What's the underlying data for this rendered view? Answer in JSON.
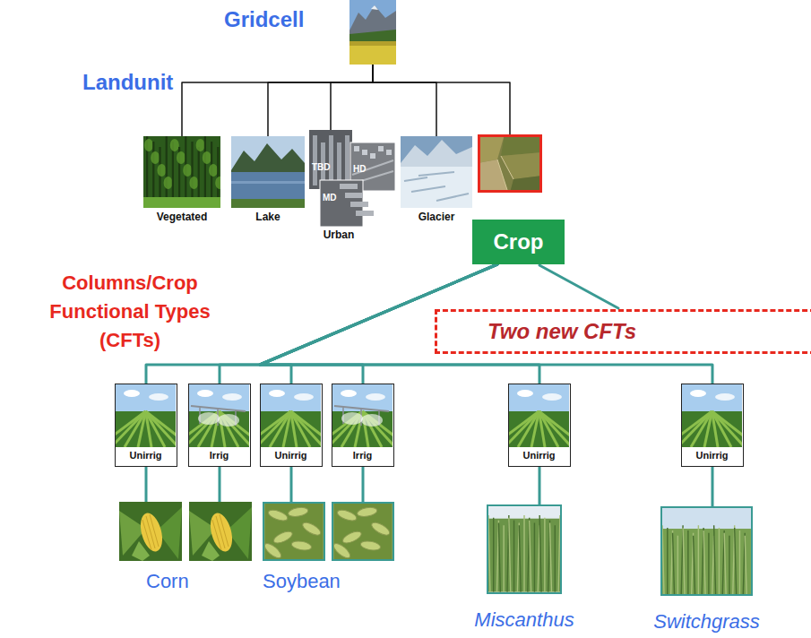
{
  "diagram": {
    "nodes": [
      {
        "text": [
          "Gridcell"
        ]
      },
      {
        "text": [
          "Vegetated"
        ]
      },
      {
        "text": [
          "Lake"
        ]
      },
      {
        "text": [
          "Urban"
        ]
      },
      {
        "text": [
          "Glacier"
        ]
      },
      {
        "text": [
          "Crop"
        ]
      },
      {
        "text": [
          "Two new CFTs"
        ]
      },
      {
        "text": [
          "Unirrig"
        ]
      },
      {
        "text": [
          "Irrig"
        ]
      },
      {
        "text": [
          "Unirrig"
        ]
      },
      {
        "text": [
          "Irrig"
        ]
      },
      {
        "text": [
          "Unirrig"
        ]
      },
      {
        "text": [
          "Unirrig"
        ]
      },
      {
        "text": [
          "Corn"
        ]
      },
      {
        "text": [
          "Soybean"
        ]
      },
      {
        "text": [
          "Miscanthus"
        ]
      },
      {
        "text": [
          "Switchgrass"
        ]
      }
    ],
    "edges": [
      {
        "from": 0,
        "to": 1,
        "arrow": "none"
      },
      {
        "from": 0,
        "to": 2,
        "arrow": "none"
      },
      {
        "from": 0,
        "to": 3,
        "arrow": "none"
      },
      {
        "from": 0,
        "to": 4,
        "arrow": "none"
      },
      {
        "from": 0,
        "to": 5,
        "arrow": "none"
      },
      {
        "from": 5,
        "to": 7,
        "arrow": "none"
      },
      {
        "from": 5,
        "to": 8,
        "arrow": "none"
      },
      {
        "from": 5,
        "to": 9,
        "arrow": "none"
      },
      {
        "from": 5,
        "to": 10,
        "arrow": "none"
      },
      {
        "from": 5,
        "to": 11,
        "arrow": "none"
      },
      {
        "from": 5,
        "to": 12,
        "arrow": "none"
      },
      {
        "from": 7,
        "to": 13,
        "arrow": "none"
      },
      {
        "from": 8,
        "to": 13,
        "arrow": "none"
      },
      {
        "from": 9,
        "to": 14,
        "arrow": "none"
      },
      {
        "from": 10,
        "to": 14,
        "arrow": "none"
      },
      {
        "from": 11,
        "to": 15,
        "arrow": "none"
      },
      {
        "from": 12,
        "to": 16,
        "arrow": "none"
      }
    ],
    "labels": [
      "Landunit",
      "TBD",
      "HD",
      "MD",
      "Columns/Crop Functional Types (CFTs)"
    ]
  }
}
